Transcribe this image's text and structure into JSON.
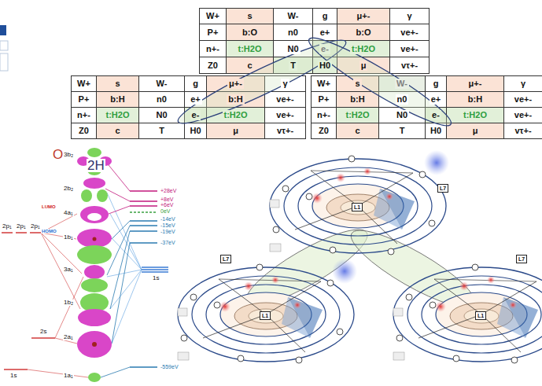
{
  "diagram": {
    "labels": [
      "W+",
      "s",
      "W-",
      "P+",
      "b:O",
      "n0",
      "n+-",
      "t:H2O",
      "N0",
      "Z0",
      "c",
      "T",
      "g",
      "μ+-",
      "γ",
      "e+",
      "b:O",
      "ve+-",
      "e-",
      "t:H2O",
      "ve+-",
      "H0",
      "μ",
      "vτ+-",
      "W+",
      "s",
      "W-",
      "P+",
      "b:H",
      "n0",
      "n+-",
      "t:H2O",
      "N0",
      "Z0",
      "c",
      "T",
      "g",
      "μ+-",
      "γ",
      "e+",
      "b:H",
      "ve+-",
      "e-",
      "t:H2O",
      "ve+-",
      "H0",
      "μ",
      "vτ+-",
      "W+",
      "s",
      "W-",
      "P+",
      "b:H",
      "n0",
      "n+-",
      "t:H2O",
      "N0",
      "Z0",
      "c",
      "T",
      "g",
      "μ+-",
      "γ",
      "e+",
      "b:H",
      "ve+-",
      "e-",
      "t:H2O",
      "ve+-",
      "H0",
      "μ",
      "vτ+-",
      "O",
      "2H",
      "3b₂",
      "2b₂",
      "LUMO",
      "4a₁",
      "HOMO",
      "1b₁",
      "3a₁",
      "1b₂",
      "2a₁",
      "1a₁",
      "2p₁",
      "2p₁",
      "2p₁",
      "2s",
      "1s",
      "1s",
      "+28eV",
      "+8eV",
      "+6eV",
      "0eV",
      "-14eV",
      "-15eV",
      "-19eV",
      "-37eV",
      "-559eV",
      "L7",
      "L1",
      "L7",
      "L1",
      "L7",
      "L1"
    ]
  }
}
